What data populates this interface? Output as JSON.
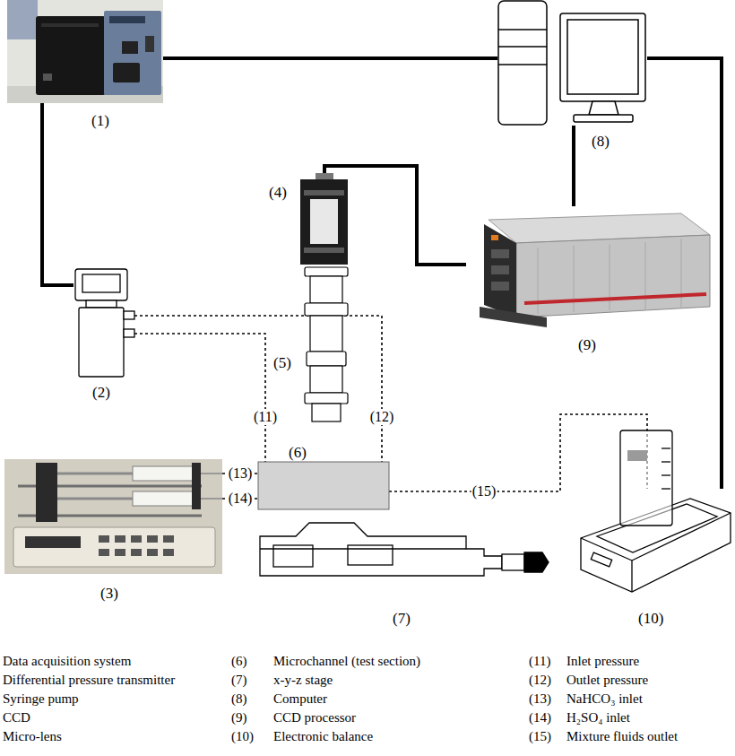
{
  "diagram": {
    "nodes": [
      {
        "text": [
          "(1)"
        ]
      },
      {
        "text": [
          "(8)"
        ]
      },
      {
        "text": [
          "(4)"
        ]
      },
      {
        "text": [
          "(9)"
        ]
      },
      {
        "text": [
          "(2)"
        ]
      },
      {
        "text": [
          "(5)"
        ]
      },
      {
        "text": [
          "(6)"
        ]
      },
      {
        "text": [
          "(3)"
        ]
      },
      {
        "text": [
          "(7)"
        ]
      },
      {
        "text": [
          "(10)"
        ]
      }
    ],
    "edges": [
      {
        "from": 0,
        "to": 1,
        "arrow": "none"
      },
      {
        "from": 0,
        "to": 4,
        "arrow": "none"
      },
      {
        "from": 1,
        "to": 3,
        "arrow": "none"
      },
      {
        "from": 2,
        "to": 3,
        "arrow": "none"
      },
      {
        "from": 1,
        "to": 9,
        "arrow": "none"
      },
      {
        "from": 4,
        "to": 6,
        "label": "(11)",
        "arrow": "none"
      },
      {
        "from": 4,
        "to": 6,
        "label": "(12)",
        "arrow": "none"
      },
      {
        "from": 7,
        "to": 6,
        "label": "(13)",
        "arrow": "none"
      },
      {
        "from": 7,
        "to": 6,
        "label": "(14)",
        "arrow": "none"
      },
      {
        "from": 6,
        "to": 9,
        "label": "(15)",
        "arrow": "none"
      }
    ],
    "labels": [
      "Data acquisition system",
      "Differential pressure transmitter",
      "Syringe pump",
      "CCD",
      "Micro-lens",
      "(6)",
      "Microchannel (test section)",
      "(7)",
      "x-y-z stage",
      "(8)",
      "Computer",
      "(9)",
      "CCD processor",
      "(10)",
      "Electronic balance",
      "(11)",
      "Inlet pressure",
      "(12)",
      "Outlet pressure",
      "(13)",
      "NaHCO₃ inlet",
      "(14)",
      "H₂SO₄ inlet",
      "(15)",
      "Mixture fluids outlet"
    ]
  }
}
